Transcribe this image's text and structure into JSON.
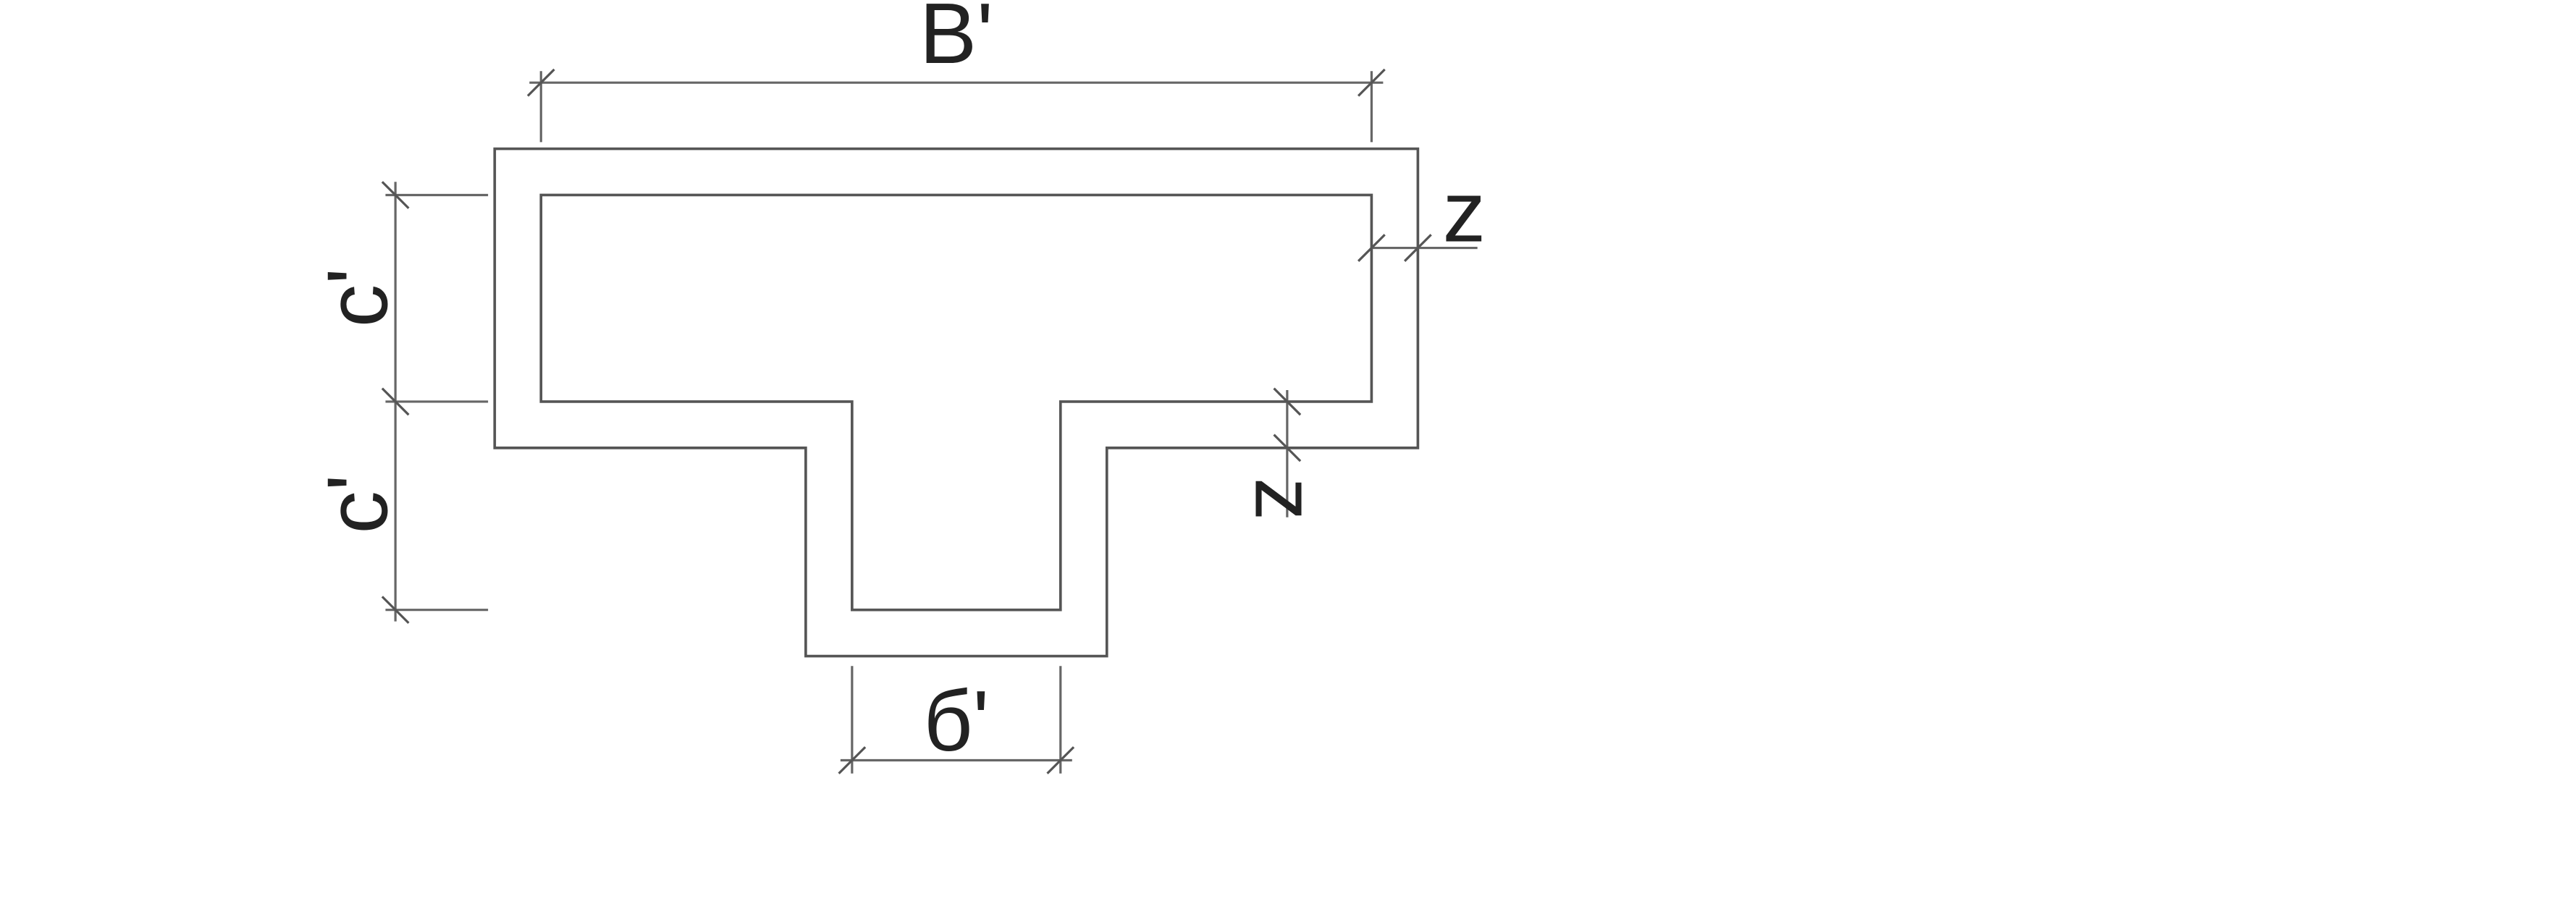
{
  "figure": {
    "kind": "T-shaped section with wall thickness dimensions",
    "labels": {
      "top_width": "B'",
      "left_upper": "c'",
      "left_lower": "c'",
      "stem_width": "б'",
      "thickness_right": "z",
      "thickness_step": "z"
    },
    "colors": {
      "line": "#555555",
      "text": "#222222",
      "background": "#ffffff"
    }
  }
}
